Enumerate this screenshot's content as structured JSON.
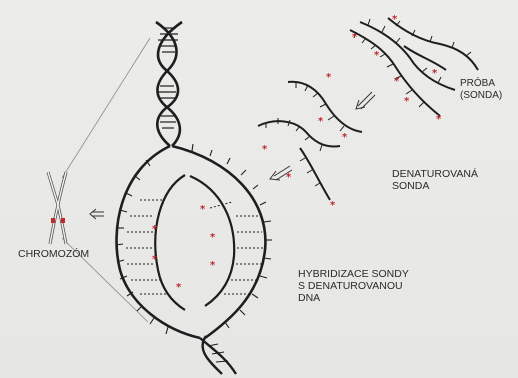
{
  "labels": {
    "chromozom": "CHROMOZÓM",
    "proba_line1": "PRÓBA",
    "proba_line2": "(SONDA)",
    "denat_line1": "DENATUROVANÁ",
    "denat_line2": "SONDA",
    "hybrid_line1": "HYBRIDIZACE SONDY",
    "hybrid_line2": "S DENATUROVANOU",
    "hybrid_line3": "DNA"
  },
  "icons": {
    "arrow": "double-arrow-left",
    "marker": "red-star"
  },
  "colors": {
    "strand": "#1e1e1e",
    "marker": "#c0282d",
    "guide_line": "#8a8a8a"
  }
}
